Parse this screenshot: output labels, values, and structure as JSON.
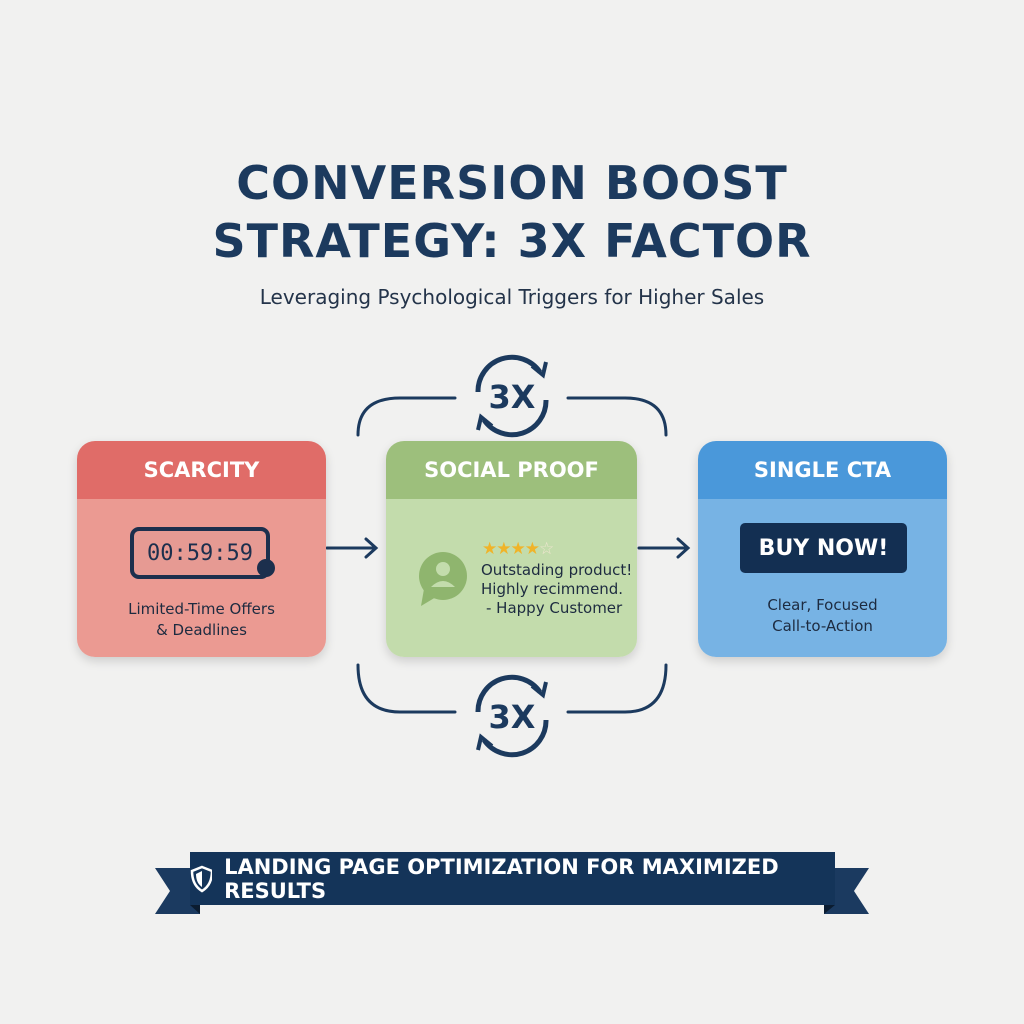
{
  "title": {
    "line1": "CONVERSION BOOST",
    "line2": "STRATEGY: 3X FACTOR"
  },
  "subtitle": "Leveraging Psychological Triggers for Higher Sales",
  "multiplier": {
    "top": "3X",
    "bottom": "3X"
  },
  "cards": [
    {
      "title": "SCARCITY",
      "timer": "00:59:59",
      "desc1": "Limited-Time Offers",
      "desc2": "& Deadlines",
      "colors": {
        "header": "#e06c68",
        "body": "#eb9a92"
      }
    },
    {
      "title": "SOCIAL PROOF",
      "rating": 4,
      "max_rating": 5,
      "review1": "Outstading product!",
      "review2": "Highly recimmend.",
      "review3": "- Happy Customer",
      "colors": {
        "header": "#9dbf7c",
        "body": "#c3dcac"
      }
    },
    {
      "title": "SINGLE CTA",
      "button": "BUY NOW!",
      "desc1": "Clear, Focused",
      "desc2": "Call-to-Action",
      "colors": {
        "header": "#4a98da",
        "body": "#77b3e4"
      }
    }
  ],
  "banner": "LANDING PAGE OPTIMIZATION FOR MAXIMIZED RESULTS",
  "colors": {
    "navy": "#143459",
    "background": "#f1f1f0"
  }
}
